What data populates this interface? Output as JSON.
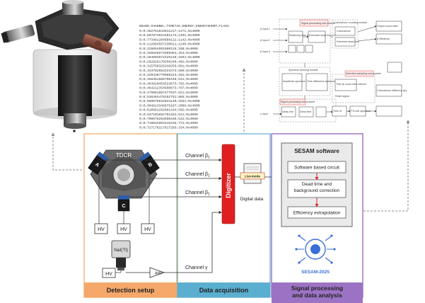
{
  "detection": {
    "tdcr_label": "TDCR",
    "pmt_a": "A",
    "pmt_b": "B",
    "pmt_c": "C",
    "hv_label": "HV",
    "nai_label": "NaI(Tl)",
    "amp_label": "AMP",
    "panel_title": "Detection setup"
  },
  "acquisition": {
    "channel_1": "Channel β",
    "channel_2": "Channel β",
    "channel_3": "Channel β",
    "channel_subscript": "1",
    "channel_gamma": "Channel γ",
    "digitizer": "Digitizer",
    "list_mode": "List-mode",
    "digital_data": "Digital data",
    "panel_title": "Data acquisition"
  },
  "processing": {
    "software_title": "SESAM software",
    "step_1": "Software based circuit",
    "step_2": "Dead time and background correction",
    "step_3": "Efficiency extrapolation",
    "logo_text": "SESAM-2025",
    "panel_title_1": "Signal processing",
    "panel_title_2": "and data analysis"
  },
  "raw_data": {
    "header": "BOARD;CHANNEL;TIMETAG;ENERGY;ENERGYSHORT;FLAGS",
    "rows": [
      "0;0;362761643811217;1471;0x4000",
      "0;0;667873623491174;1491;0x4000",
      "0;0;773481204898112;1142;0x4000",
      "0;0;112984557230611;1240;0x4000",
      "0;0;226654091880125;298;0x4000",
      "0;0;255645574589384;454;0x4000",
      "0;0;264003672425140;1664;0x4000",
      "0;0;282828170256340;402;0x4000",
      "0;0;315760325248255;991;0x4000",
      "0;0;334782684234473;560;0x4000",
      "0;0;420436779965223;262;0x4000",
      "0;0;456354668750446;531;0x4000",
      "0;0;463910453523673;792;0x4000",
      "0;0;464212354650673;787;0x4000",
      "0;0;475061887477537;621;0x4000",
      "0;0;536484478152751;865;0x4000",
      "0;0;568079632044140;1654;0x4000",
      "0;0;604813348875187;2009;0x4000",
      "0;0;610961262881434;502;0x4000",
      "0;0;637201852791454;541;0x4000",
      "0;0;700676263550449;532;0x4000",
      "0;0;719832803416155;772;0x4000",
      "0;0;727176217917283;334;0x4000"
    ]
  },
  "circuit": {
    "b_input_1": "β input 1",
    "b_input_2": "β input 2",
    "b_input_3": "β input 3",
    "g_input": "γ input",
    "signal_processing_module": "Signal processing sub-module",
    "resolving_time": "Resolving time (τ)",
    "extended_dead_time": "Extended dead time (τ)",
    "spectrum_sensing": "Spectrum sensing module",
    "amplitude_spectrum": "Amplitude spectrum",
    "time_difference_spectrum": "Time difference spectrum",
    "signal_processing_sub": "Signal processing sub-module",
    "delay_line": "Delay line",
    "dead_time": "Dead time",
    "coincidence_module": "Coincidence counting module",
    "selective_sampling": "Selective sampling sub-module",
    "time_window": "Time (t) count time-interval",
    "reset_signal": "Reset signal",
    "time_dl": "Time dl",
    "tdc_module": "TTL/AD spectrum",
    "coinc_efficiency": "Coincidence efficiency εβγ",
    "beta_efficiency": "β efficiency",
    "extended_dt": "Extended dead-time",
    "coincidence": "Coincidence",
    "output_count": "Output count rates"
  }
}
